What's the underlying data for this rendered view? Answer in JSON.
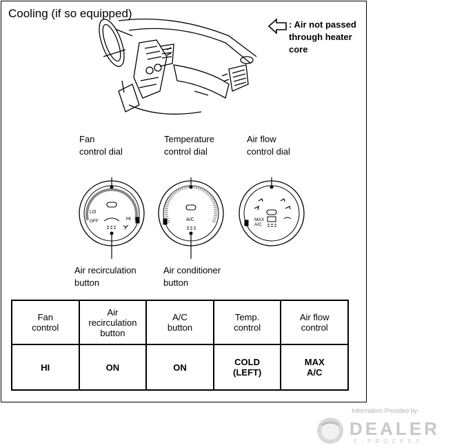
{
  "page": {
    "title": "Cooling (if so equipped)",
    "legend": {
      "icon": "hollow-arrow-left-icon",
      "text": ": Air not passed\nthrough heater\ncore"
    }
  },
  "callouts": {
    "fan_dial": "Fan\ncontrol dial",
    "temp_dial": "Temperature\ncontrol dial",
    "air_flow_dial": "Air flow\ncontrol dial",
    "air_recirc_button": "Air recirculation\nbutton",
    "air_cond_button": "Air conditioner\nbutton"
  },
  "dial_labels": {
    "fan_lo": "LO",
    "fan_hi": "HI",
    "fan_off": "OFF",
    "ac_button": "A/C",
    "max_ac": "MAX\nA/C"
  },
  "table": {
    "headers": [
      "Fan\ncontrol",
      "Air\nrecirculation\nbutton",
      "A/C\nbutton",
      "Temp.\ncontrol",
      "Air flow\ncontrol"
    ],
    "values": [
      "HI",
      "ON",
      "ON",
      "COLD\n(LEFT)",
      "MAX\nA/C"
    ]
  },
  "watermark": {
    "caption": "Information Provided by:",
    "logo_text": "DEALER",
    "logo_subtext": "E-PROCESS",
    "logo_color": "#c8c8c8"
  },
  "colors": {
    "ink": "#000000",
    "watermark": "#c0c0c0"
  }
}
